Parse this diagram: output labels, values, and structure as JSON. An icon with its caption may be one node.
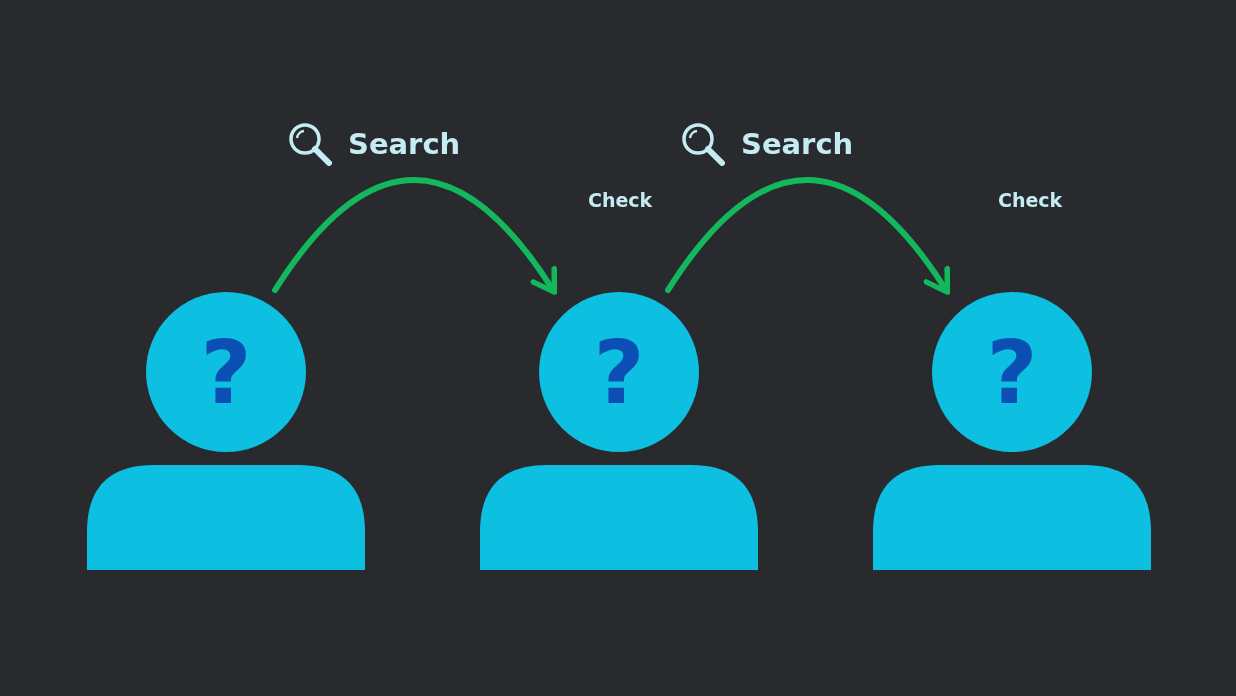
{
  "diagram": {
    "nodes": [
      {
        "text": [
          "?"
        ]
      },
      {
        "text": [
          "?"
        ]
      },
      {
        "text": [
          "?"
        ]
      }
    ],
    "edges": [
      {
        "from": 0,
        "to": 1,
        "arrow": "to",
        "label": "Search"
      },
      {
        "from": 1,
        "to": 2,
        "arrow": "to",
        "label": "Search"
      }
    ],
    "labels": [
      "Check",
      "Check"
    ]
  }
}
